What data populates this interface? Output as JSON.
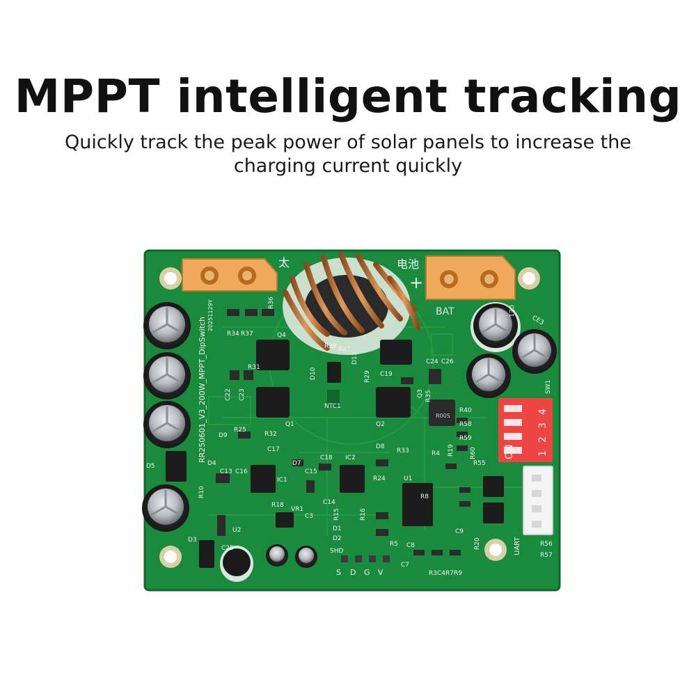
{
  "headline": "MPPT intelligent tracking",
  "subheadline": "Quickly track the peak power of solar panels to increase the charging current quickly",
  "board": {
    "model_marking": "RR250601_V3_200W_MPPT_DipSwitch",
    "date_marking": "20251129Y",
    "solar_label": "太",
    "battery_label": "电池",
    "battery_plus": "+",
    "bat_label": "BAT",
    "dip_on": "ON",
    "dip_numbers": [
      "1",
      "2",
      "3",
      "4"
    ],
    "sw_label": "SW1",
    "uart_label": "UART",
    "pin_labels": [
      "S",
      "D",
      "G",
      "V"
    ],
    "inductor_marking": "R00S",
    "refs": {
      "q4": "Q4",
      "q1": "Q1",
      "q2": "Q2",
      "q3": "Q3",
      "c22": "C22",
      "c23": "C23",
      "c17": "C17",
      "c13": "C13",
      "c16": "C16",
      "c15": "C15",
      "c18": "C18",
      "c14": "C14",
      "c24": "C24",
      "c26": "C26",
      "c19": "C19",
      "c9": "C9",
      "c7": "C7",
      "c8": "C8",
      "c3": "C3",
      "c25": "C25",
      "r34": "R34",
      "r37": "R37",
      "r36": "R36",
      "r31": "R31",
      "r25": "R25",
      "r32": "R32",
      "r18": "R18",
      "r10": "R10",
      "r24": "R24",
      "r33": "R33",
      "r28": "R28",
      "r27": "R27",
      "r29": "R29",
      "r35": "R35",
      "r40": "R40",
      "r58": "R58",
      "r59": "R59",
      "r60": "R60",
      "r55": "R55",
      "r4": "R4",
      "r19": "R19",
      "r8": "R8",
      "r5": "R5",
      "r15": "R15",
      "r16": "R16",
      "r56": "R56",
      "r57": "R57",
      "r3c4r7r9": "R3C4R7R9",
      "r20": "R20",
      "d9": "D9",
      "d4": "D4",
      "d5": "D5",
      "d3": "D3",
      "d7": "D7",
      "d8": "D8",
      "d1": "D1",
      "d2": "D2",
      "d10": "D10",
      "d11": "D11",
      "ic1": "IC1",
      "ic2": "IC2",
      "u1": "U1",
      "u2": "U2",
      "vr1": "VR1",
      "ntc1": "NTC1",
      "ce1": "CE1",
      "ce3": "CE3",
      "shd": "SHD"
    }
  },
  "colors": {
    "pcb": "#1a8a3c",
    "pcb_dark": "#116c2d",
    "connector": "#f0a85a",
    "copper": "#c87a3c",
    "dip": "#ee4444"
  }
}
